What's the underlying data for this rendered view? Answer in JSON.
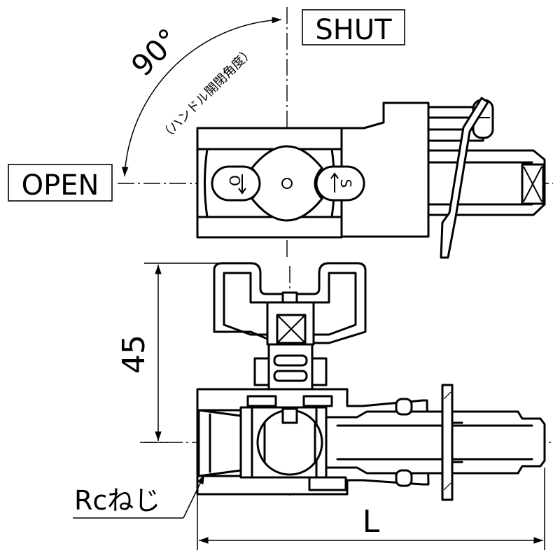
{
  "labels": {
    "shut": "SHUT",
    "open": "OPEN",
    "angle": "90°",
    "angle_note": "（ハンドル開閉角度）",
    "handle_open_mark": "O",
    "handle_shut_mark": "S",
    "height_dim": "45",
    "thread": "Rcねじ",
    "length_dim": "L"
  }
}
